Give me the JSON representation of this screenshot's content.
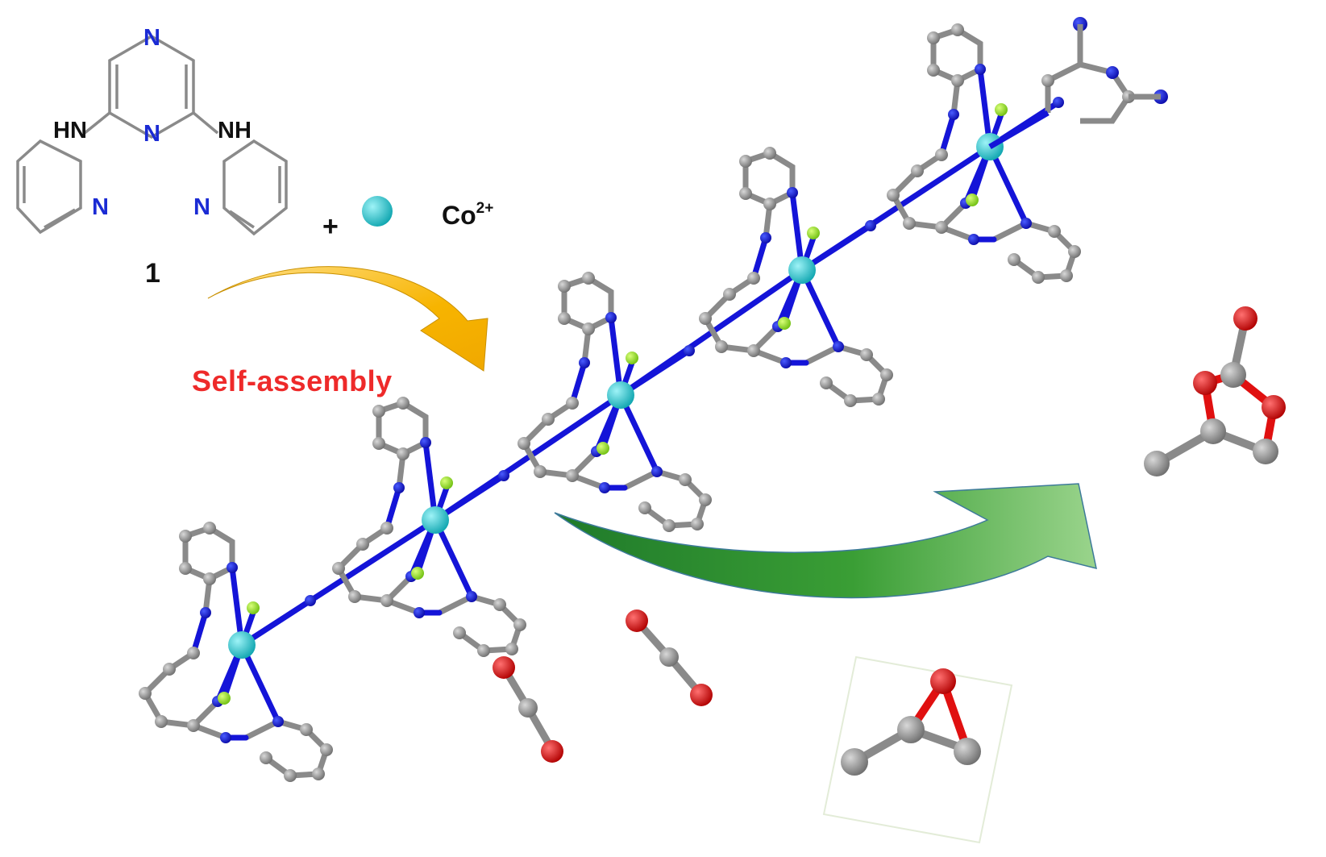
{
  "labels": {
    "process": "Self-assembly",
    "ligand_number": "1",
    "plus": "+",
    "metal_ion_symbol": "Co",
    "metal_ion_charge": "2+"
  },
  "ligand_structure": {
    "atom_labels": [
      "N",
      "N",
      "HN",
      "NH",
      "N",
      "N"
    ]
  },
  "colors": {
    "carbon": "#8a8a8a",
    "nitrogen": "#1414d8",
    "cobalt": "#22c3cc",
    "fluorine": "#9ae21e",
    "oxygen": "#e01010",
    "arrow_orange": "#f5b400",
    "arrow_green": "#3a9e35",
    "label_red": "#ee2a2a"
  },
  "icons": {
    "cobalt_ion": "cyan-sphere",
    "co2": "ball-and-stick-co2",
    "propylene_oxide": "ball-and-stick-epoxide",
    "propylene_carbonate": "ball-and-stick-cyclic-carbonate"
  }
}
